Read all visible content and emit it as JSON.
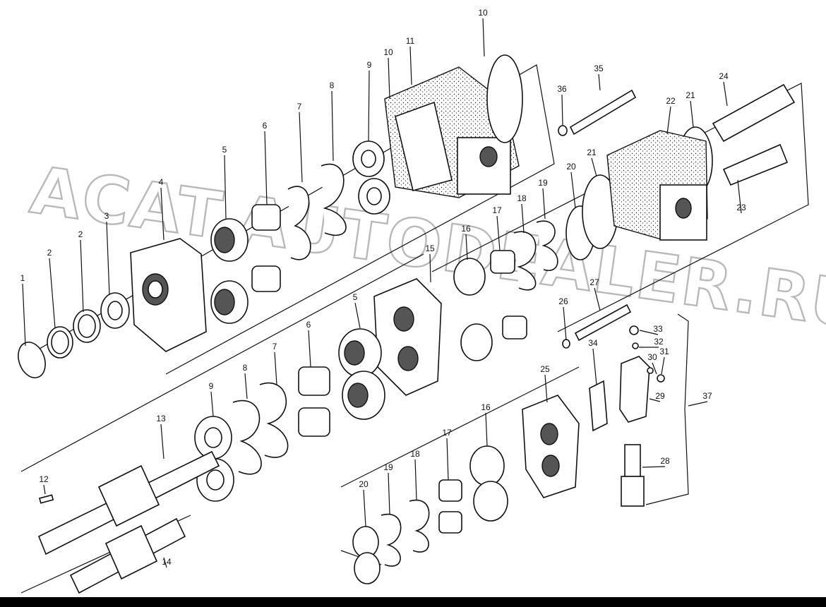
{
  "watermark": "ACAT.AUTODEALER.RU",
  "callouts": [
    "1",
    "2",
    "2",
    "3",
    "4",
    "5",
    "6",
    "7",
    "8",
    "9",
    "10",
    "10",
    "11",
    "12",
    "13",
    "14",
    "5",
    "6",
    "7",
    "8",
    "9",
    "15",
    "16",
    "17",
    "18",
    "19",
    "20",
    "21",
    "21",
    "22",
    "23",
    "24",
    "16",
    "17",
    "18",
    "19",
    "20",
    "25",
    "26",
    "27",
    "28",
    "29",
    "30",
    "31",
    "32",
    "33",
    "34",
    "35",
    "36",
    "37"
  ]
}
